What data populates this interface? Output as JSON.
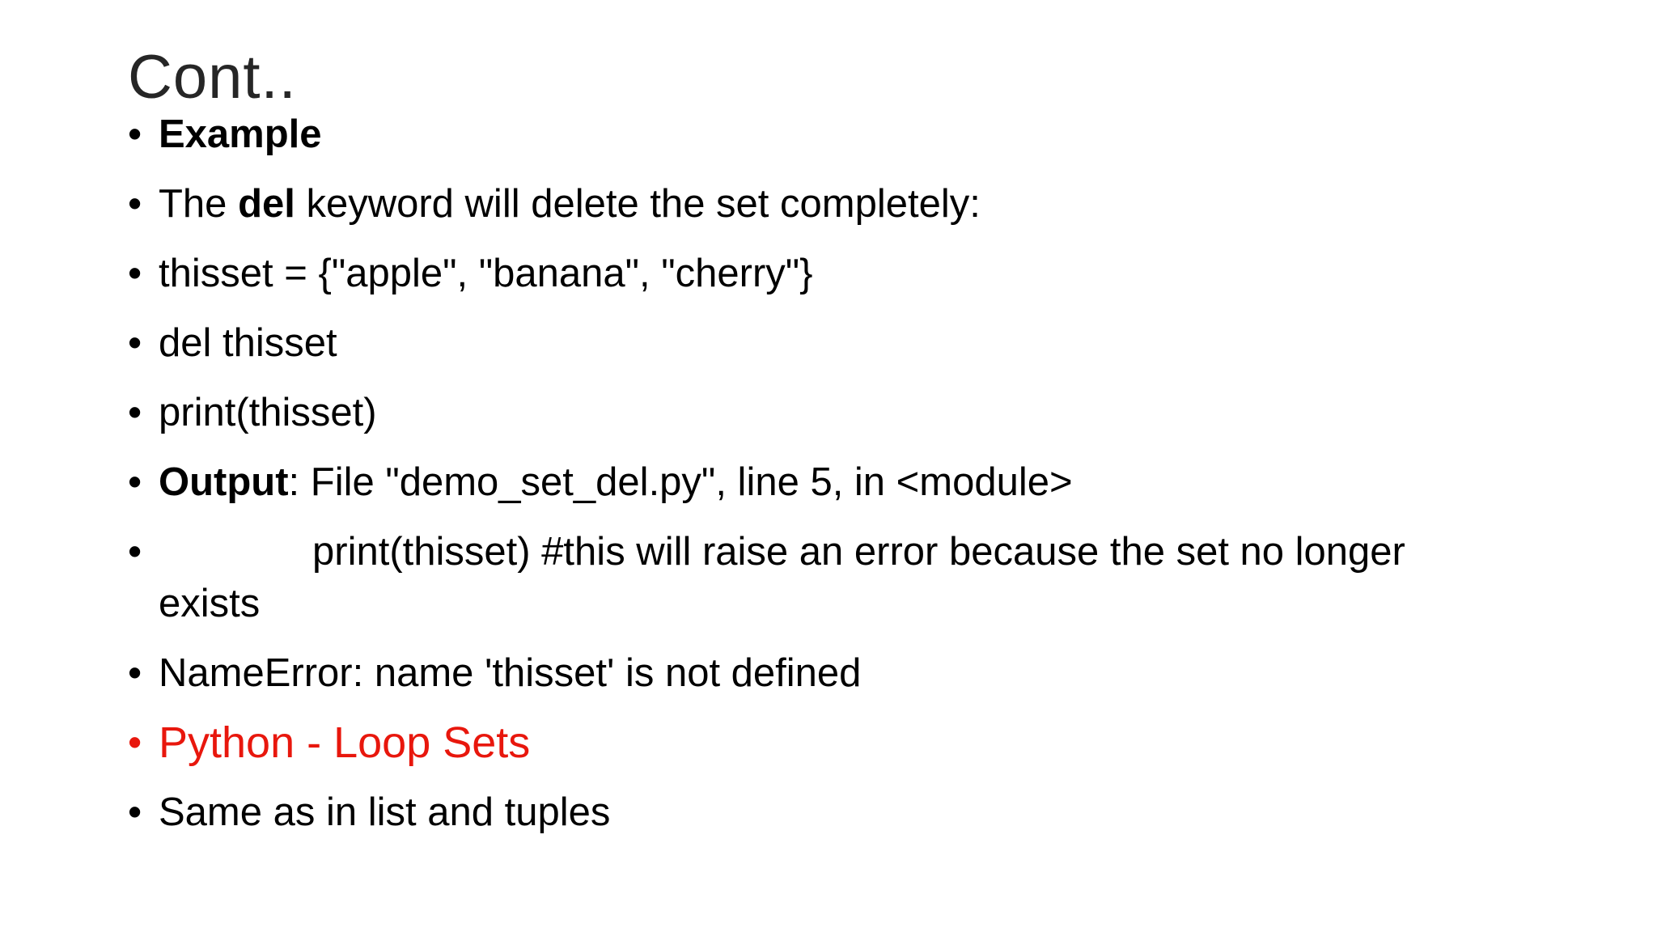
{
  "slide": {
    "title": "Cont..",
    "accent_color": "#e8170d",
    "bullets": [
      {
        "parts": [
          {
            "text": "Example",
            "bold": true
          }
        ]
      },
      {
        "parts": [
          {
            "text": "The ",
            "bold": false
          },
          {
            "text": "del",
            "bold": true
          },
          {
            "text": " keyword will delete the set completely:",
            "bold": false
          }
        ]
      },
      {
        "parts": [
          {
            "text": "thisset = {\"apple\", \"banana\", \"cherry\"}",
            "bold": false
          }
        ]
      },
      {
        "parts": [
          {
            "text": "del thisset",
            "bold": false
          }
        ]
      },
      {
        "parts": [
          {
            "text": "print(thisset)",
            "bold": false
          }
        ]
      },
      {
        "parts": [
          {
            "text": "Output",
            "bold": true
          },
          {
            "text": ": File \"demo_set_del.py\", line 5, in <module>",
            "bold": false
          }
        ]
      },
      {
        "parts": [
          {
            "text": "print(thisset) #this will raise an error because the set no longer exists",
            "bold": false
          }
        ]
      },
      {
        "parts": [
          {
            "text": "NameError: name 'thisset' is not defined",
            "bold": false
          }
        ]
      },
      {
        "parts": [
          {
            "text": "Python - Loop Sets",
            "bold": false
          }
        ]
      },
      {
        "parts": [
          {
            "text": "Same as in list and tuples",
            "bold": false
          }
        ]
      }
    ],
    "bullet_glyph": "•"
  }
}
